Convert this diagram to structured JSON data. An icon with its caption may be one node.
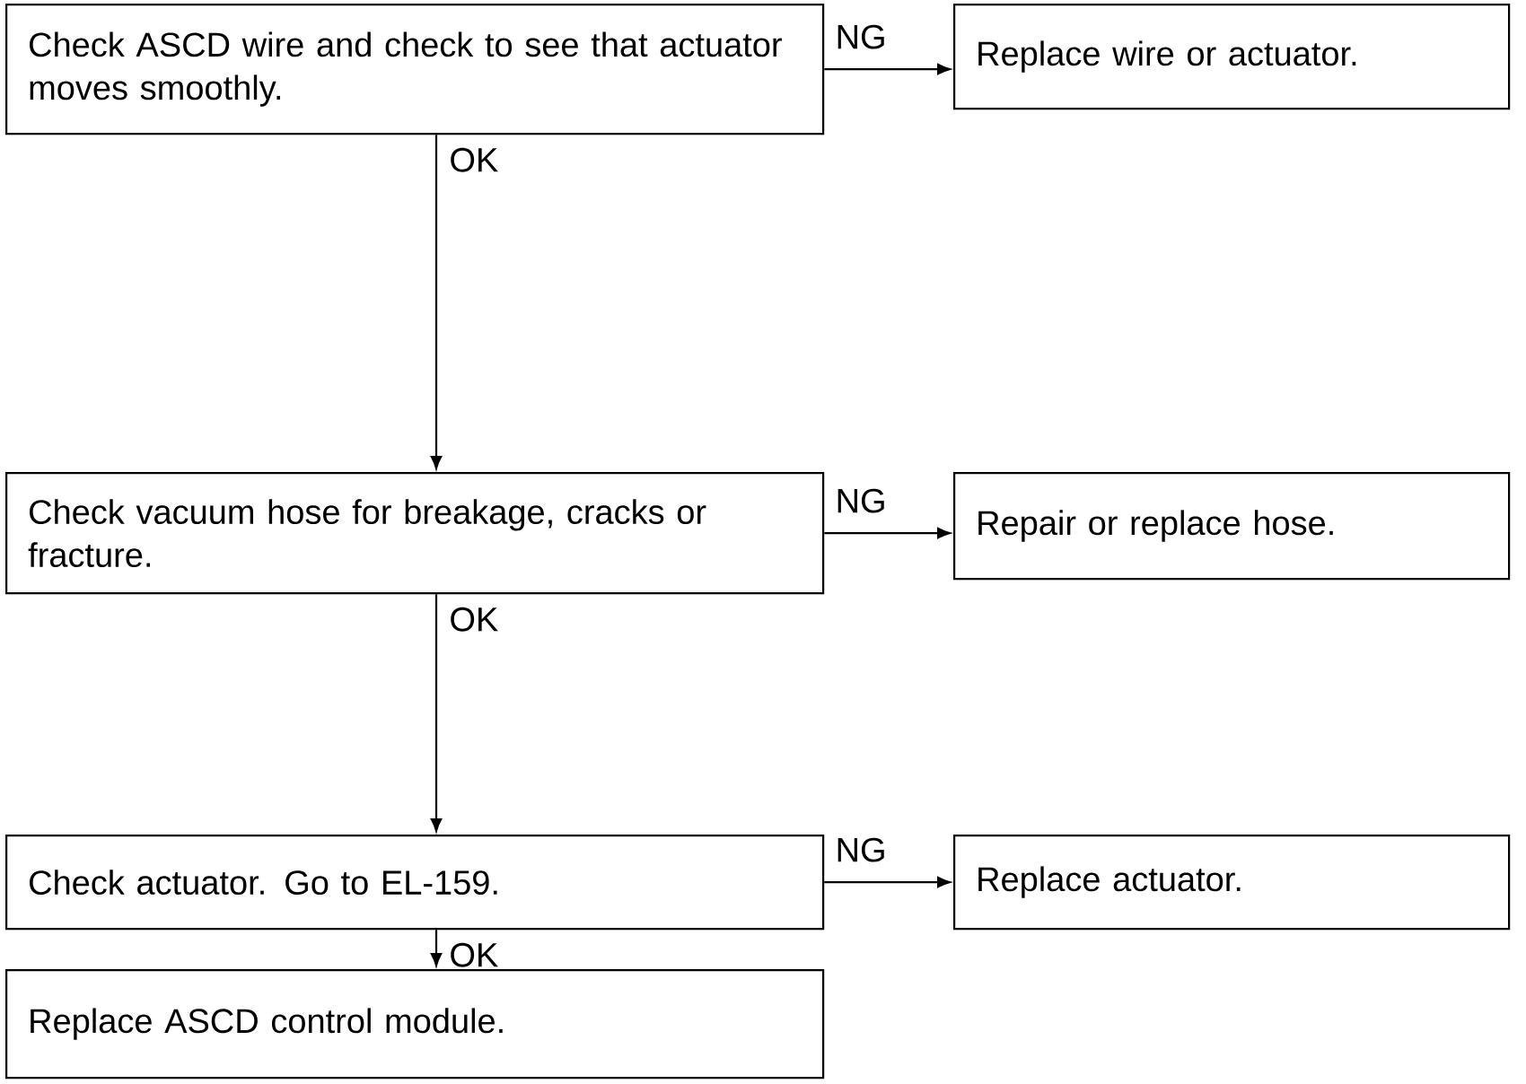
{
  "diagram": {
    "nodes": [
      {
        "text": [
          "Check ASCD wire and check to see that actuator moves smoothly."
        ]
      },
      {
        "text": [
          "Replace wire or actuator."
        ]
      },
      {
        "text": [
          "Check vacuum hose for breakage, cracks or fracture."
        ]
      },
      {
        "text": [
          "Repair or replace hose."
        ]
      },
      {
        "text": [
          "Check actuator. Go to EL-159."
        ]
      },
      {
        "text": [
          "Replace actuator."
        ]
      },
      {
        "text": [
          "Replace ASCD control module."
        ]
      }
    ],
    "edges": [
      {
        "from": 0,
        "to": 1,
        "arrow": "to",
        "label": "NG"
      },
      {
        "from": 0,
        "to": 2,
        "arrow": "to",
        "label": "OK"
      },
      {
        "from": 2,
        "to": 3,
        "arrow": "to",
        "label": "NG"
      },
      {
        "from": 2,
        "to": 4,
        "arrow": "to",
        "label": "OK"
      },
      {
        "from": 4,
        "to": 5,
        "arrow": "to",
        "label": "NG"
      },
      {
        "from": 4,
        "to": 6,
        "arrow": "to",
        "label": "OK"
      }
    ]
  }
}
